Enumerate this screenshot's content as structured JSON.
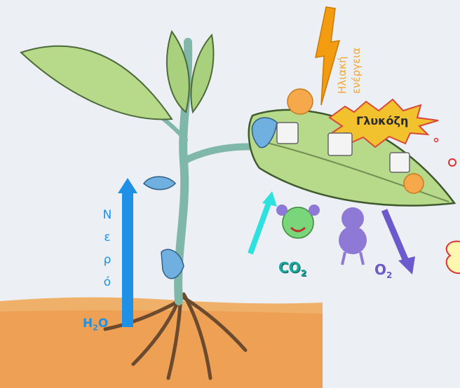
{
  "labels": {
    "water_greek_letters": [
      "Ν",
      "ε",
      "ρ",
      "ό"
    ],
    "water_formula": "H2O",
    "water_formula_main": "H",
    "water_formula_sub": "2",
    "water_formula_tail": "O",
    "co2_main": "CO",
    "co2_sub": "2",
    "o2_main": "O",
    "o2_sub": "2",
    "solar_energy": "Ηλιακή ενέργεια",
    "solar_energy_line1": "Ηλιακή",
    "solar_energy_line2": "ενέργεια",
    "glucose": "Γλυκόζη"
  },
  "colors": {
    "background": "#e9ecf1",
    "soil": "#f0a85a",
    "water_arrow": "#1e90e6",
    "co2_arrow": "#2ee0e0",
    "o2_arrow": "#6a5acd",
    "leaf": "#b6d98a",
    "stem": "#7fb8a8",
    "lightning": "#f39c12",
    "glucose_burst": "#f2c12e",
    "co2_text": "#1aa59a",
    "o2_text": "#6a5acd",
    "water_text": "#1e90e6"
  }
}
